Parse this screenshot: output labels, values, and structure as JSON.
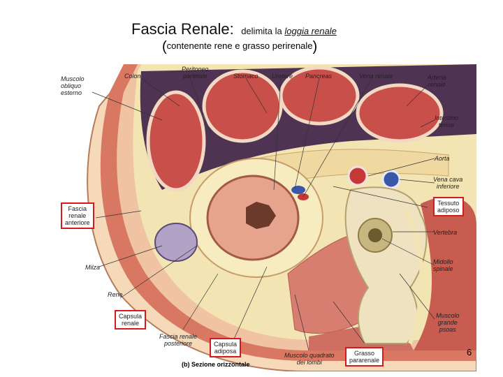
{
  "title": {
    "main": "Fascia Renale:",
    "sub_prefix": "delimita la",
    "sub_link": "loggia renale",
    "line2": "contenente  rene e grasso perirenale"
  },
  "labels": {
    "muscolo_obliquo": [
      "Muscolo",
      "obliquo",
      "esterno"
    ],
    "colon": "Colon",
    "peritoneo": [
      "Peritoneo",
      "parietale"
    ],
    "stomaco": "Stomaco",
    "uretere": "Uretere",
    "pancreas": "Pancreas",
    "vena_renale": "Vena renale",
    "arteria_renale": [
      "Arteria",
      "renale"
    ],
    "intestino": [
      "Intestino",
      "tenue"
    ],
    "aorta": "Aorta",
    "vena_cava": [
      "Vena cava",
      "inferiore"
    ],
    "tessuto_adiposo": [
      "Tessuto",
      "adiposo"
    ],
    "vertebra": "Vertebra",
    "midollo": [
      "Midollo",
      "spinale"
    ],
    "muscolo_psoas": [
      "Muscolo",
      "grande",
      "psoas"
    ],
    "grasso_pararenale": [
      "Grasso",
      "pararenale"
    ],
    "muscolo_quadrato": [
      "Muscolo quadrato",
      "dei lombi"
    ],
    "capsula_adiposa": [
      "Capsula",
      "adiposa"
    ],
    "fascia_posteriore": [
      "Fascia renale",
      "posteriore"
    ],
    "capsula_renale": [
      "Capsula",
      "renale"
    ],
    "rene": "Rene",
    "milza": "Milza",
    "fascia_anteriore": [
      "Fascia",
      "renale",
      "anteriore"
    ]
  },
  "caption": "(b) Sezione orizzontale",
  "page_number": "6",
  "colors": {
    "highlight_box": "#d41a1a",
    "muscle": "#c8584e",
    "fat": "#f2e2b0",
    "peritoneum": "#5a3a5e",
    "kidney": "#e6a48e"
  }
}
